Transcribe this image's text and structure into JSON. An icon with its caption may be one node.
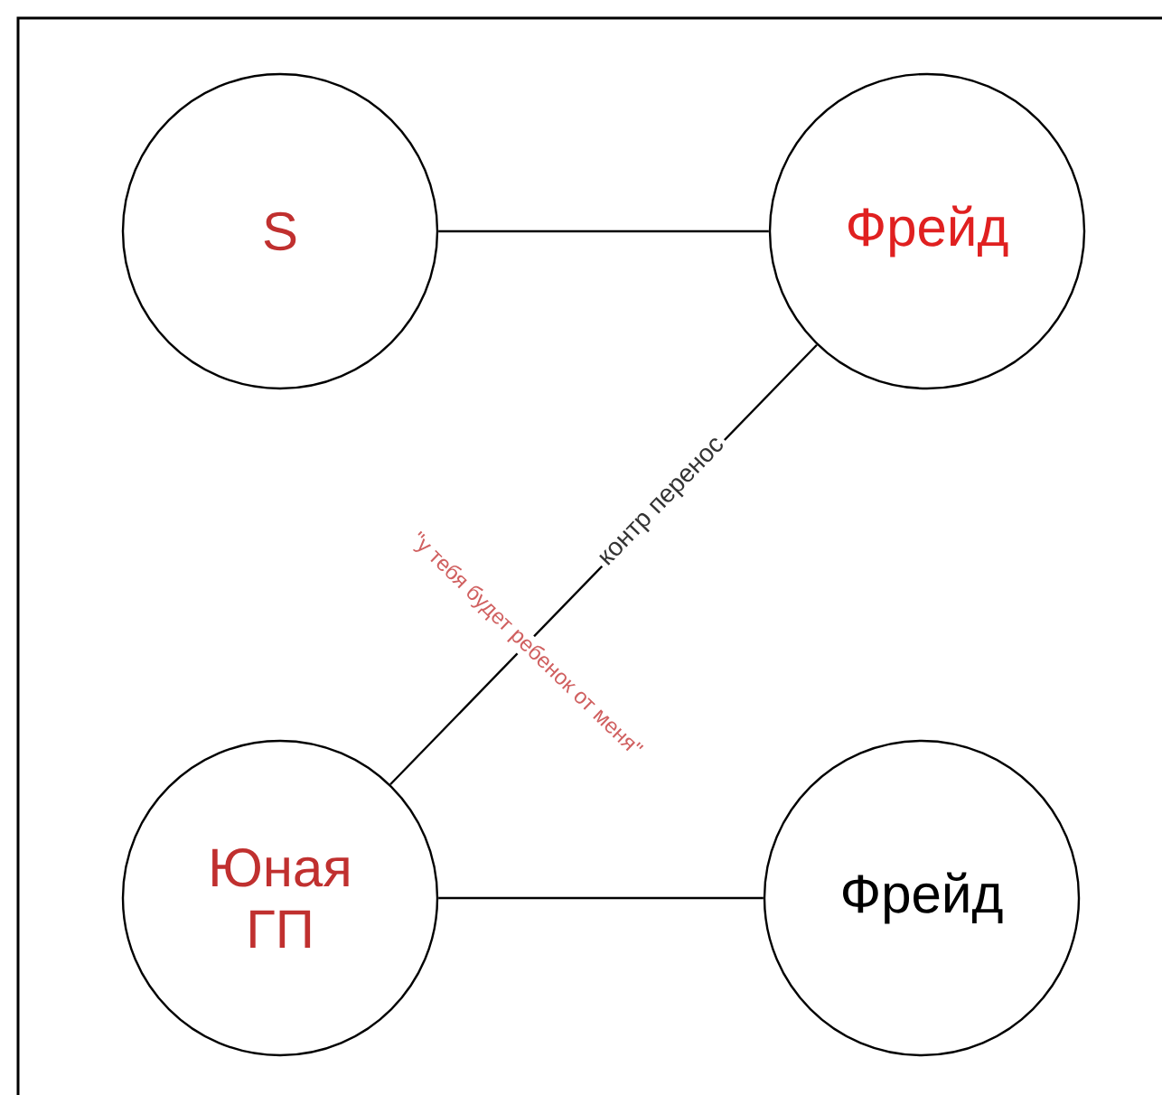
{
  "diagram": {
    "nodes": [
      {
        "text": [
          "S"
        ]
      },
      {
        "text": [
          "Фрейд"
        ]
      },
      {
        "text": [
          "Юная ГП"
        ]
      },
      {
        "text": [
          "Фрейд"
        ]
      }
    ],
    "edges": [
      {
        "from": 0,
        "to": 1,
        "arrow": "none"
      },
      {
        "from": 2,
        "to": 1,
        "arrow": "none",
        "label": "контр перенос"
      },
      {
        "from": 2,
        "to": 3,
        "arrow": "none"
      }
    ],
    "labels": [
      "\"у тебя будет ребенок от меня\""
    ]
  }
}
